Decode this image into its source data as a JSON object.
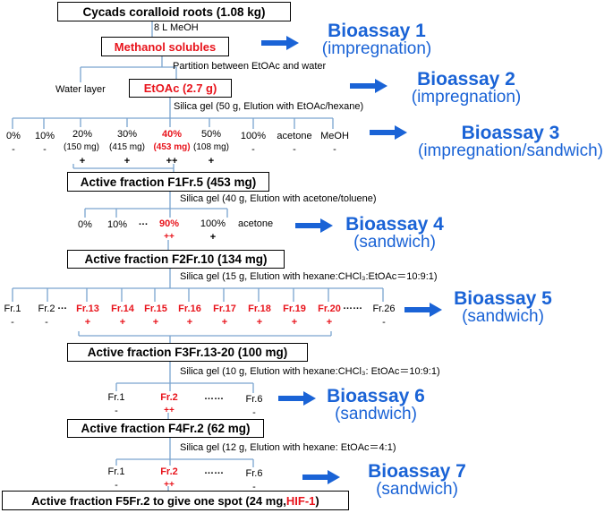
{
  "start": {
    "label": "Cycads coralloid roots (1.08 kg)"
  },
  "extraction": {
    "solvent": "8 L MeOH"
  },
  "methanol_box": {
    "label": "Methanol solubles"
  },
  "partition": {
    "label": "Partition between EtOAc and water",
    "water": "Water layer",
    "etoac": "EtOAc (2.7 g)"
  },
  "step1": {
    "label": "Silica gel (50 g, Elution with EtOAc/hexane)",
    "fractions": [
      {
        "name": "0%",
        "mass": "",
        "activity": "-",
        "active": false
      },
      {
        "name": "10%",
        "mass": "",
        "activity": "-",
        "active": false
      },
      {
        "name": "20%",
        "mass": "(150 mg)",
        "activity": "+",
        "active": false
      },
      {
        "name": "30%",
        "mass": "(415 mg)",
        "activity": "+",
        "active": false
      },
      {
        "name": "40%",
        "mass": "(453 mg)",
        "activity": "++",
        "active": true
      },
      {
        "name": "50%",
        "mass": "(108 mg)",
        "activity": "+",
        "active": false
      },
      {
        "name": "100%",
        "mass": "",
        "activity": "-",
        "active": false
      },
      {
        "name": "acetone",
        "mass": "",
        "activity": "-",
        "active": false
      },
      {
        "name": "MeOH",
        "mass": "",
        "activity": "-",
        "active": false
      }
    ],
    "result": "Active fraction F1Fr.5 (453 mg)"
  },
  "step2": {
    "label": "Silica gel (40 g, Elution with acetone/toluene)",
    "fractions": [
      {
        "name": "0%",
        "activity": ""
      },
      {
        "name": "10%",
        "activity": ""
      },
      {
        "name": "…",
        "activity": ""
      },
      {
        "name": "90%",
        "activity": "++"
      },
      {
        "name": "100%",
        "activity": "+"
      },
      {
        "name": "acetone",
        "activity": ""
      }
    ],
    "result": "Active fraction F2Fr.10 (134 mg)"
  },
  "step3": {
    "label": "Silica gel (15 g, Elution with hexane:CHCl₃:EtOAc＝10:9:1)",
    "fractions": [
      {
        "name": "Fr.1",
        "activity": "-"
      },
      {
        "name": "Fr.2",
        "activity": "-"
      },
      {
        "name": "…",
        "activity": ""
      },
      {
        "name": "Fr.13",
        "activity": "+"
      },
      {
        "name": "Fr.14",
        "activity": "+"
      },
      {
        "name": "Fr.15",
        "activity": "+"
      },
      {
        "name": "Fr.16",
        "activity": "+"
      },
      {
        "name": "Fr.17",
        "activity": "+"
      },
      {
        "name": "Fr.18",
        "activity": "+"
      },
      {
        "name": "Fr.19",
        "activity": "+"
      },
      {
        "name": "Fr.20",
        "activity": "+"
      },
      {
        "name": "……",
        "activity": ""
      },
      {
        "name": "Fr.26",
        "activity": "-"
      }
    ],
    "result": "Active fraction F3Fr.13-20 (100 mg)"
  },
  "step4": {
    "label": "Silica gel (10 g, Elution with hexane:CHCl₃: EtOAc＝10:9:1)",
    "fractions": [
      {
        "name": "Fr.1",
        "activity": "-"
      },
      {
        "name": "Fr.2",
        "activity": "++"
      },
      {
        "name": "……",
        "activity": ""
      },
      {
        "name": "Fr.6",
        "activity": "-"
      }
    ],
    "result": "Active fraction F4Fr.2 (62 mg)"
  },
  "step5": {
    "label": "Silica gel (12 g, Elution with hexane: EtOAc＝4:1)",
    "fractions": [
      {
        "name": "Fr.1",
        "activity": "-"
      },
      {
        "name": "Fr.2",
        "activity": "++"
      },
      {
        "name": "……",
        "activity": ""
      },
      {
        "name": "Fr.6",
        "activity": "-"
      }
    ],
    "result_prefix": "Active fraction F5Fr.2 to give one spot (24 mg, ",
    "result_highlight": "HIF-1",
    "result_suffix": ")"
  },
  "bioassays": [
    {
      "title": "Bioassay 1",
      "method": "(impregnation)"
    },
    {
      "title": "Bioassay 2",
      "method": "(impregnation)"
    },
    {
      "title": "Bioassay 3",
      "method": "(impregnation/sandwich)"
    },
    {
      "title": "Bioassay 4",
      "method": "(sandwich)"
    },
    {
      "title": "Bioassay 5",
      "method": "(sandwich)"
    },
    {
      "title": "Bioassay 6",
      "method": "(sandwich)"
    },
    {
      "title": "Bioassay 7",
      "method": "(sandwich)"
    }
  ],
  "colors": {
    "line": "#7aa3cf",
    "arrow": "#1a63d6",
    "highlight": "#e8141c",
    "bioassay": "#1a63d6"
  }
}
